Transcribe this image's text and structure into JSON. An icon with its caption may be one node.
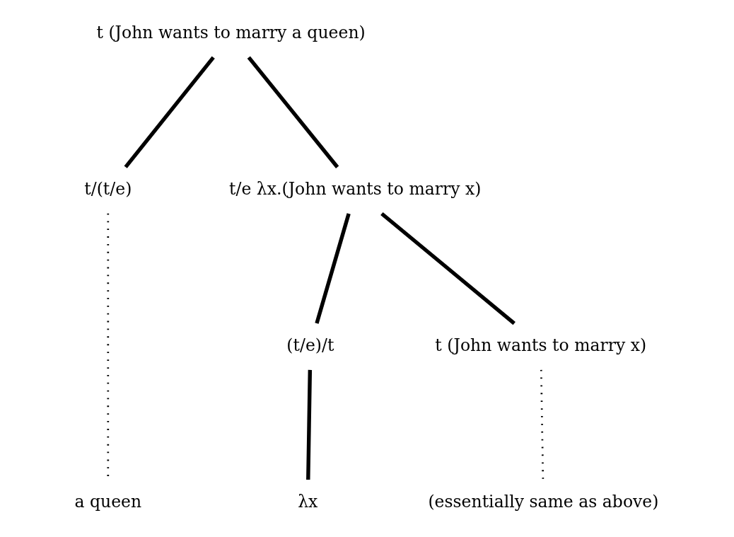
{
  "diagram": {
    "nodes": [
      {
        "text": [
          "t (John wants to marry a queen)"
        ]
      },
      {
        "text": [
          "t/(t/e)"
        ]
      },
      {
        "text": [
          "t/e λx.(John wants to marry x)"
        ]
      },
      {
        "text": [
          "(t/e)/t"
        ]
      },
      {
        "text": [
          "t (John wants to marry x)"
        ]
      },
      {
        "text": [
          "a queen"
        ]
      },
      {
        "text": [
          "λx"
        ]
      },
      {
        "text": [
          "(essentially same as above)"
        ]
      }
    ],
    "edges": [
      {
        "from": 0,
        "to": 1,
        "arrow": "none"
      },
      {
        "from": 0,
        "to": 2,
        "arrow": "none"
      },
      {
        "from": 1,
        "to": 5,
        "arrow": "none",
        "style": "dashed"
      },
      {
        "from": 2,
        "to": 3,
        "arrow": "none"
      },
      {
        "from": 2,
        "to": 4,
        "arrow": "none"
      },
      {
        "from": 3,
        "to": 6,
        "arrow": "none"
      },
      {
        "from": 4,
        "to": 7,
        "arrow": "none",
        "style": "dashed"
      }
    ]
  }
}
